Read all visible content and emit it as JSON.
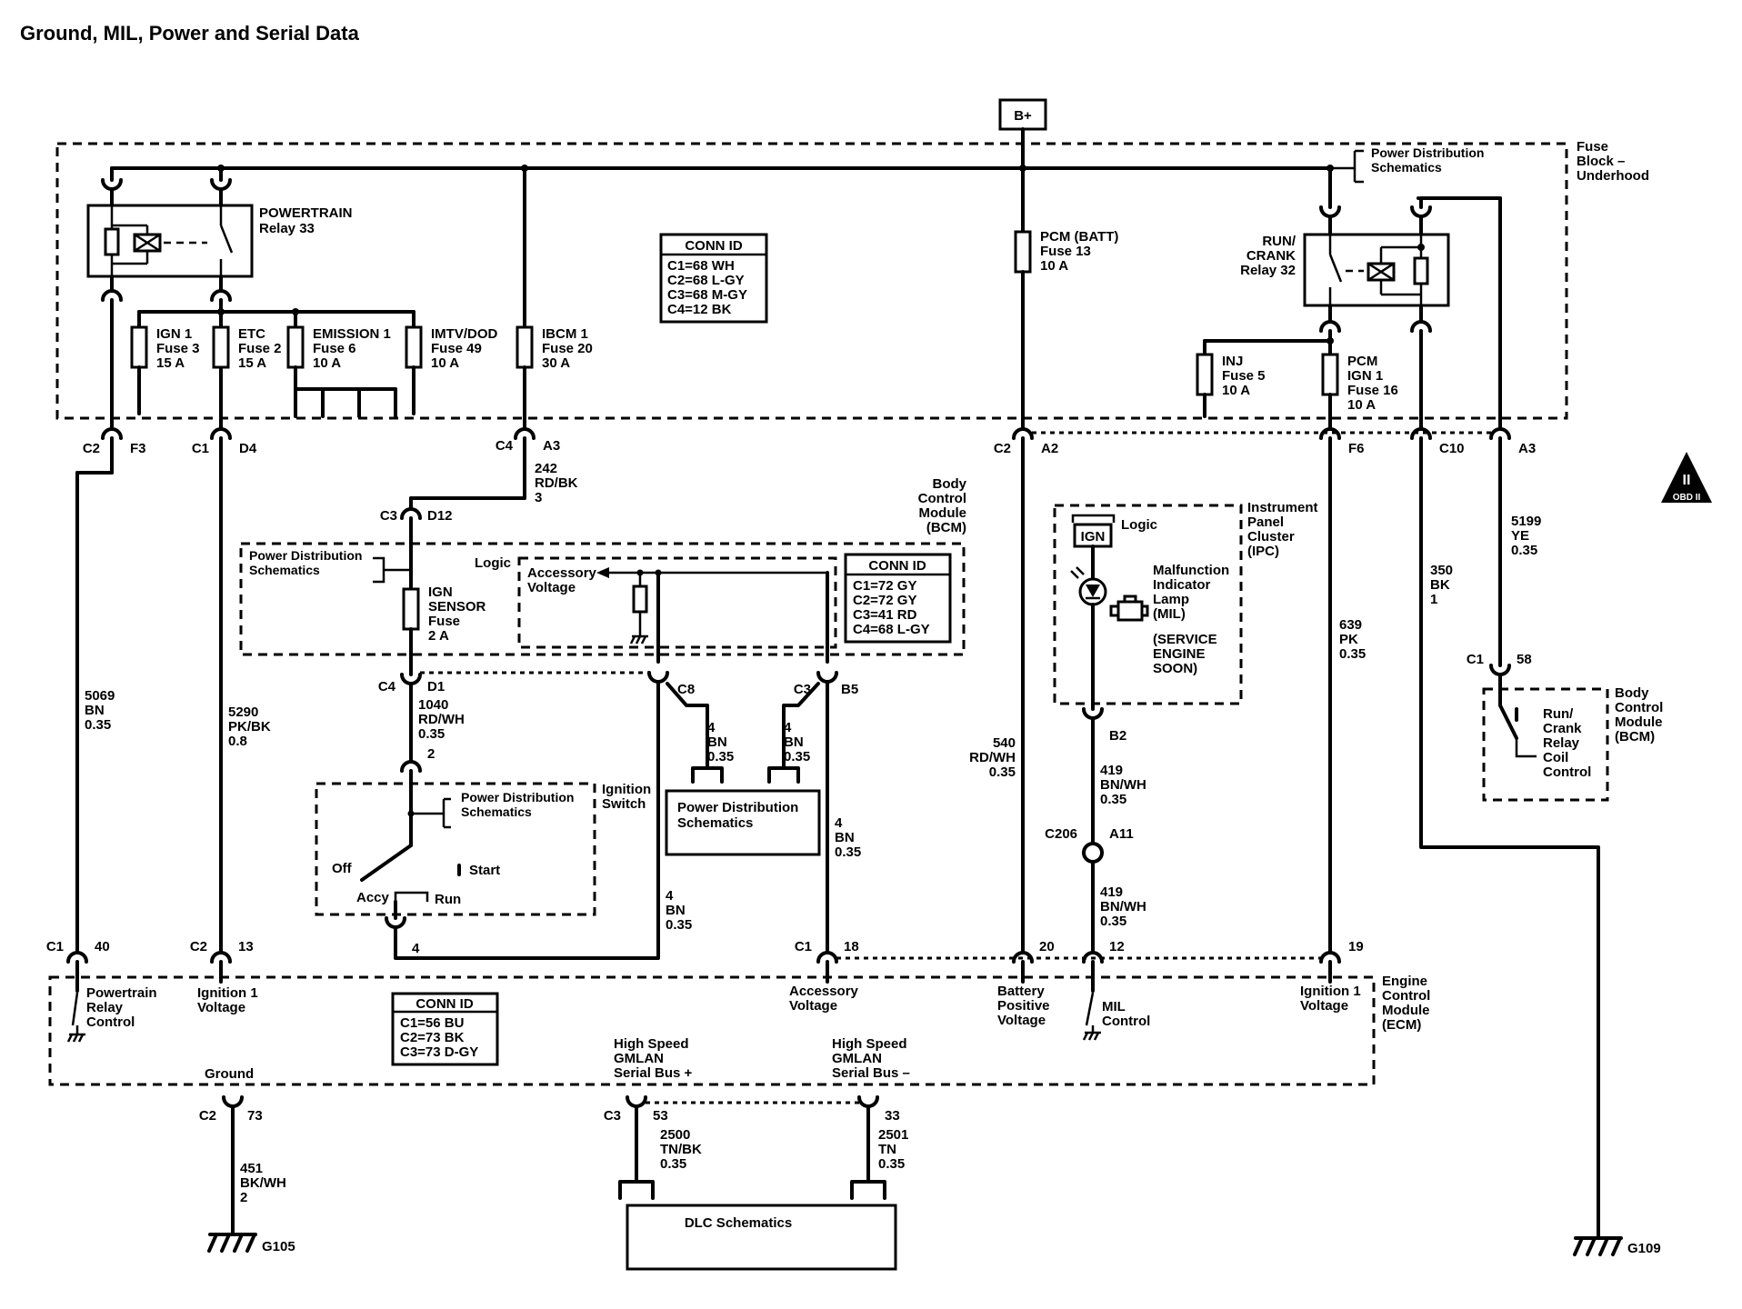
{
  "title": "Ground, MIL, Power and Serial Data",
  "b_plus": "B+",
  "obd_badge": {
    "top": "II",
    "bottom": "OBD II"
  },
  "fuse_block": {
    "label": [
      "Fuse",
      "Block –",
      "Underhood"
    ],
    "power_dist": [
      "Power Distribution",
      "Schematics"
    ],
    "powertrain_relay": [
      "POWERTRAIN",
      "Relay 33"
    ],
    "run_crank_relay": [
      "RUN/",
      "CRANK",
      "Relay 32"
    ],
    "conn_id": {
      "header": "CONN ID",
      "rows": [
        "C1=68 WH",
        "C2=68 L-GY",
        "C3=68 M-GY",
        "C4=12 BK"
      ]
    },
    "fuses": [
      {
        "id": "ign1",
        "lines": [
          "IGN 1",
          "Fuse 3",
          "15 A"
        ]
      },
      {
        "id": "etc",
        "lines": [
          "ETC",
          "Fuse 2",
          "15 A"
        ]
      },
      {
        "id": "emission1",
        "lines": [
          "EMISSION 1",
          "Fuse 6",
          "10 A"
        ]
      },
      {
        "id": "imtv",
        "lines": [
          "IMTV/DOD",
          "Fuse 49",
          "10 A"
        ]
      },
      {
        "id": "ibcm1",
        "lines": [
          "IBCM 1",
          "Fuse 20",
          "30 A"
        ]
      },
      {
        "id": "pcm_batt",
        "lines": [
          "PCM (BATT)",
          "Fuse 13",
          "10 A"
        ]
      },
      {
        "id": "inj",
        "lines": [
          "INJ",
          "Fuse 5",
          "10 A"
        ]
      },
      {
        "id": "pcm_ign1",
        "lines": [
          "PCM",
          "IGN 1",
          "Fuse 16",
          "10 A"
        ]
      }
    ],
    "connectors": [
      {
        "conn": "C2",
        "pin": "F3"
      },
      {
        "conn": "C1",
        "pin": "D4"
      },
      {
        "conn": "C4",
        "pin": "A3"
      },
      {
        "conn": "C2",
        "pin": "A2"
      },
      {
        "conn": "",
        "pin": "F6"
      },
      {
        "conn": "",
        "pin": "C10"
      },
      {
        "conn": "",
        "pin": "A3"
      }
    ]
  },
  "wires": {
    "w242": [
      "242",
      "RD/BK",
      "3"
    ],
    "w5069": [
      "5069",
      "BN",
      "0.35"
    ],
    "w5290": [
      "5290",
      "PK/BK",
      "0.8"
    ],
    "w1040": [
      "1040",
      "RD/WH",
      "0.35"
    ],
    "w4a": [
      "4",
      "BN",
      "0.35"
    ],
    "w4b": [
      "4",
      "BN",
      "0.35"
    ],
    "w4c": [
      "4",
      "BN",
      "0.35"
    ],
    "w4d": [
      "4",
      "BN",
      "0.35"
    ],
    "w540": [
      "540",
      "RD/WH",
      "0.35"
    ],
    "w419a": [
      "419",
      "BN/WH",
      "0.35"
    ],
    "w419b": [
      "419",
      "BN/WH",
      "0.35"
    ],
    "w639": [
      "639",
      "PK",
      "0.35"
    ],
    "w350": [
      "350",
      "BK",
      "1"
    ],
    "w5199": [
      "5199",
      "YE",
      "0.35"
    ],
    "w451": [
      "451",
      "BK/WH",
      "2"
    ],
    "w2500": [
      "2500",
      "TN/BK",
      "0.35"
    ],
    "w2501": [
      "2501",
      "TN",
      "0.35"
    ]
  },
  "bcm": {
    "label": [
      "Body",
      "Control",
      "Module",
      "(BCM)"
    ],
    "power_dist": [
      "Power Distribution",
      "Schematics"
    ],
    "logic": "Logic",
    "accessory_voltage": [
      "Accessory",
      "Voltage"
    ],
    "ign_sensor": [
      "IGN",
      "SENSOR",
      "Fuse",
      "2 A"
    ],
    "conn_id": {
      "header": "CONN ID",
      "rows": [
        "C1=72 GY",
        "C2=72 GY",
        "C3=41 RD",
        "C4=68 L-GY"
      ]
    },
    "pins": [
      {
        "conn": "C3",
        "pin": "D12"
      },
      {
        "conn": "C4",
        "pin": "D1"
      },
      {
        "conn": "C8",
        "pin": ""
      },
      {
        "conn": "C3",
        "pin": "B5"
      },
      {
        "conn": "C1",
        "pin": "58"
      }
    ]
  },
  "ignition_switch": {
    "label": [
      "Ignition",
      "Switch"
    ],
    "power_dist": [
      "Power Distribution",
      "Schematics"
    ],
    "off": "Off",
    "start": "Start",
    "accy": "Accy",
    "run": "Run",
    "pin_top": "2",
    "pin_bottom": "4"
  },
  "power_dist_box": [
    "Power Distribution",
    "Schematics"
  ],
  "ipc": {
    "label": [
      "Instrument",
      "Panel",
      "Cluster",
      "(IPC)"
    ],
    "logic": "Logic",
    "ign": "IGN",
    "mil": [
      "Malfunction",
      "Indicator",
      "Lamp",
      "(MIL)"
    ],
    "service": [
      "(SERVICE",
      "ENGINE",
      "SOON)"
    ],
    "pin": "B2",
    "inline_conn": "C206",
    "inline_pin": "A11"
  },
  "bcm_right": {
    "label": [
      "Body",
      "Control",
      "Module",
      "(BCM)"
    ],
    "coil": [
      "Run/",
      "Crank",
      "Relay",
      "Coil",
      "Control"
    ]
  },
  "ecm": {
    "label": [
      "Engine",
      "Control",
      "Module",
      "(ECM)"
    ],
    "conn_id": {
      "header": "CONN ID",
      "rows": [
        "C1=56 BU",
        "C2=73 BK",
        "C3=73 D-GY"
      ]
    },
    "functions": [
      {
        "id": "prc",
        "lines": [
          "Powertrain",
          "Relay",
          "Control"
        ]
      },
      {
        "id": "ign_v",
        "lines": [
          "Ignition 1",
          "Voltage"
        ]
      },
      {
        "id": "acc_v",
        "lines": [
          "Accessory",
          "Voltage"
        ]
      },
      {
        "id": "bat_v",
        "lines": [
          "Battery",
          "Positive",
          "Voltage"
        ]
      },
      {
        "id": "mil_c",
        "lines": [
          "MIL",
          "Control"
        ]
      },
      {
        "id": "ign_v2",
        "lines": [
          "Ignition 1",
          "Voltage"
        ]
      }
    ],
    "ground": "Ground",
    "can_plus": [
      "High Speed",
      "GMLAN",
      "Serial Bus +"
    ],
    "can_minus": [
      "High Speed",
      "GMLAN",
      "Serial Bus –"
    ],
    "pins": [
      {
        "conn": "C1",
        "pin": "40"
      },
      {
        "conn": "C2",
        "pin": "13"
      },
      {
        "conn": "",
        "pin": "4"
      },
      {
        "conn": "C1",
        "pin": "18"
      },
      {
        "conn": "",
        "pin": "20"
      },
      {
        "conn": "",
        "pin": "12"
      },
      {
        "conn": "",
        "pin": "19"
      },
      {
        "conn": "C2",
        "pin": "73"
      },
      {
        "conn": "C3",
        "pin": "53"
      },
      {
        "conn": "",
        "pin": "33"
      }
    ]
  },
  "dlc": "DLC Schematics",
  "grounds": {
    "left": "G105",
    "right": "G109"
  }
}
